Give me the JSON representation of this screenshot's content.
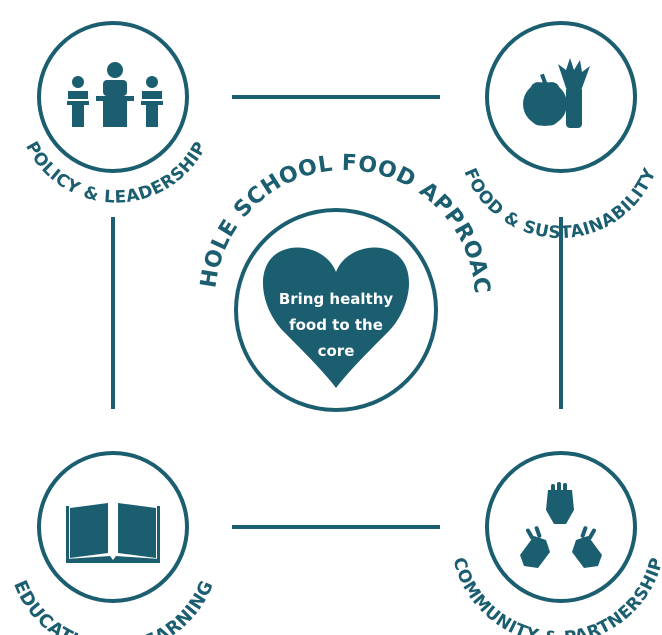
{
  "colors": {
    "primary": "#1b5e70",
    "background": "#ffffff"
  },
  "center": {
    "title": "WHOLE SCHOOL FOOD APPROACH",
    "heart_lines": [
      "Bring healthy",
      "food to the",
      "core"
    ],
    "icon": "heart-icon"
  },
  "nodes": {
    "policy": {
      "label": "POLICY & LEADERSHIP",
      "icon": "podium-people-icon"
    },
    "food": {
      "label": "FOOD & SUSTAINABILITY",
      "icon": "pumpkin-leek-icon"
    },
    "education": {
      "label": "EDUCATION & LEARNING",
      "icon": "open-book-icon"
    },
    "community": {
      "label": "COMMUNITY & PARTNERSHIP",
      "icon": "three-hands-icon"
    }
  }
}
